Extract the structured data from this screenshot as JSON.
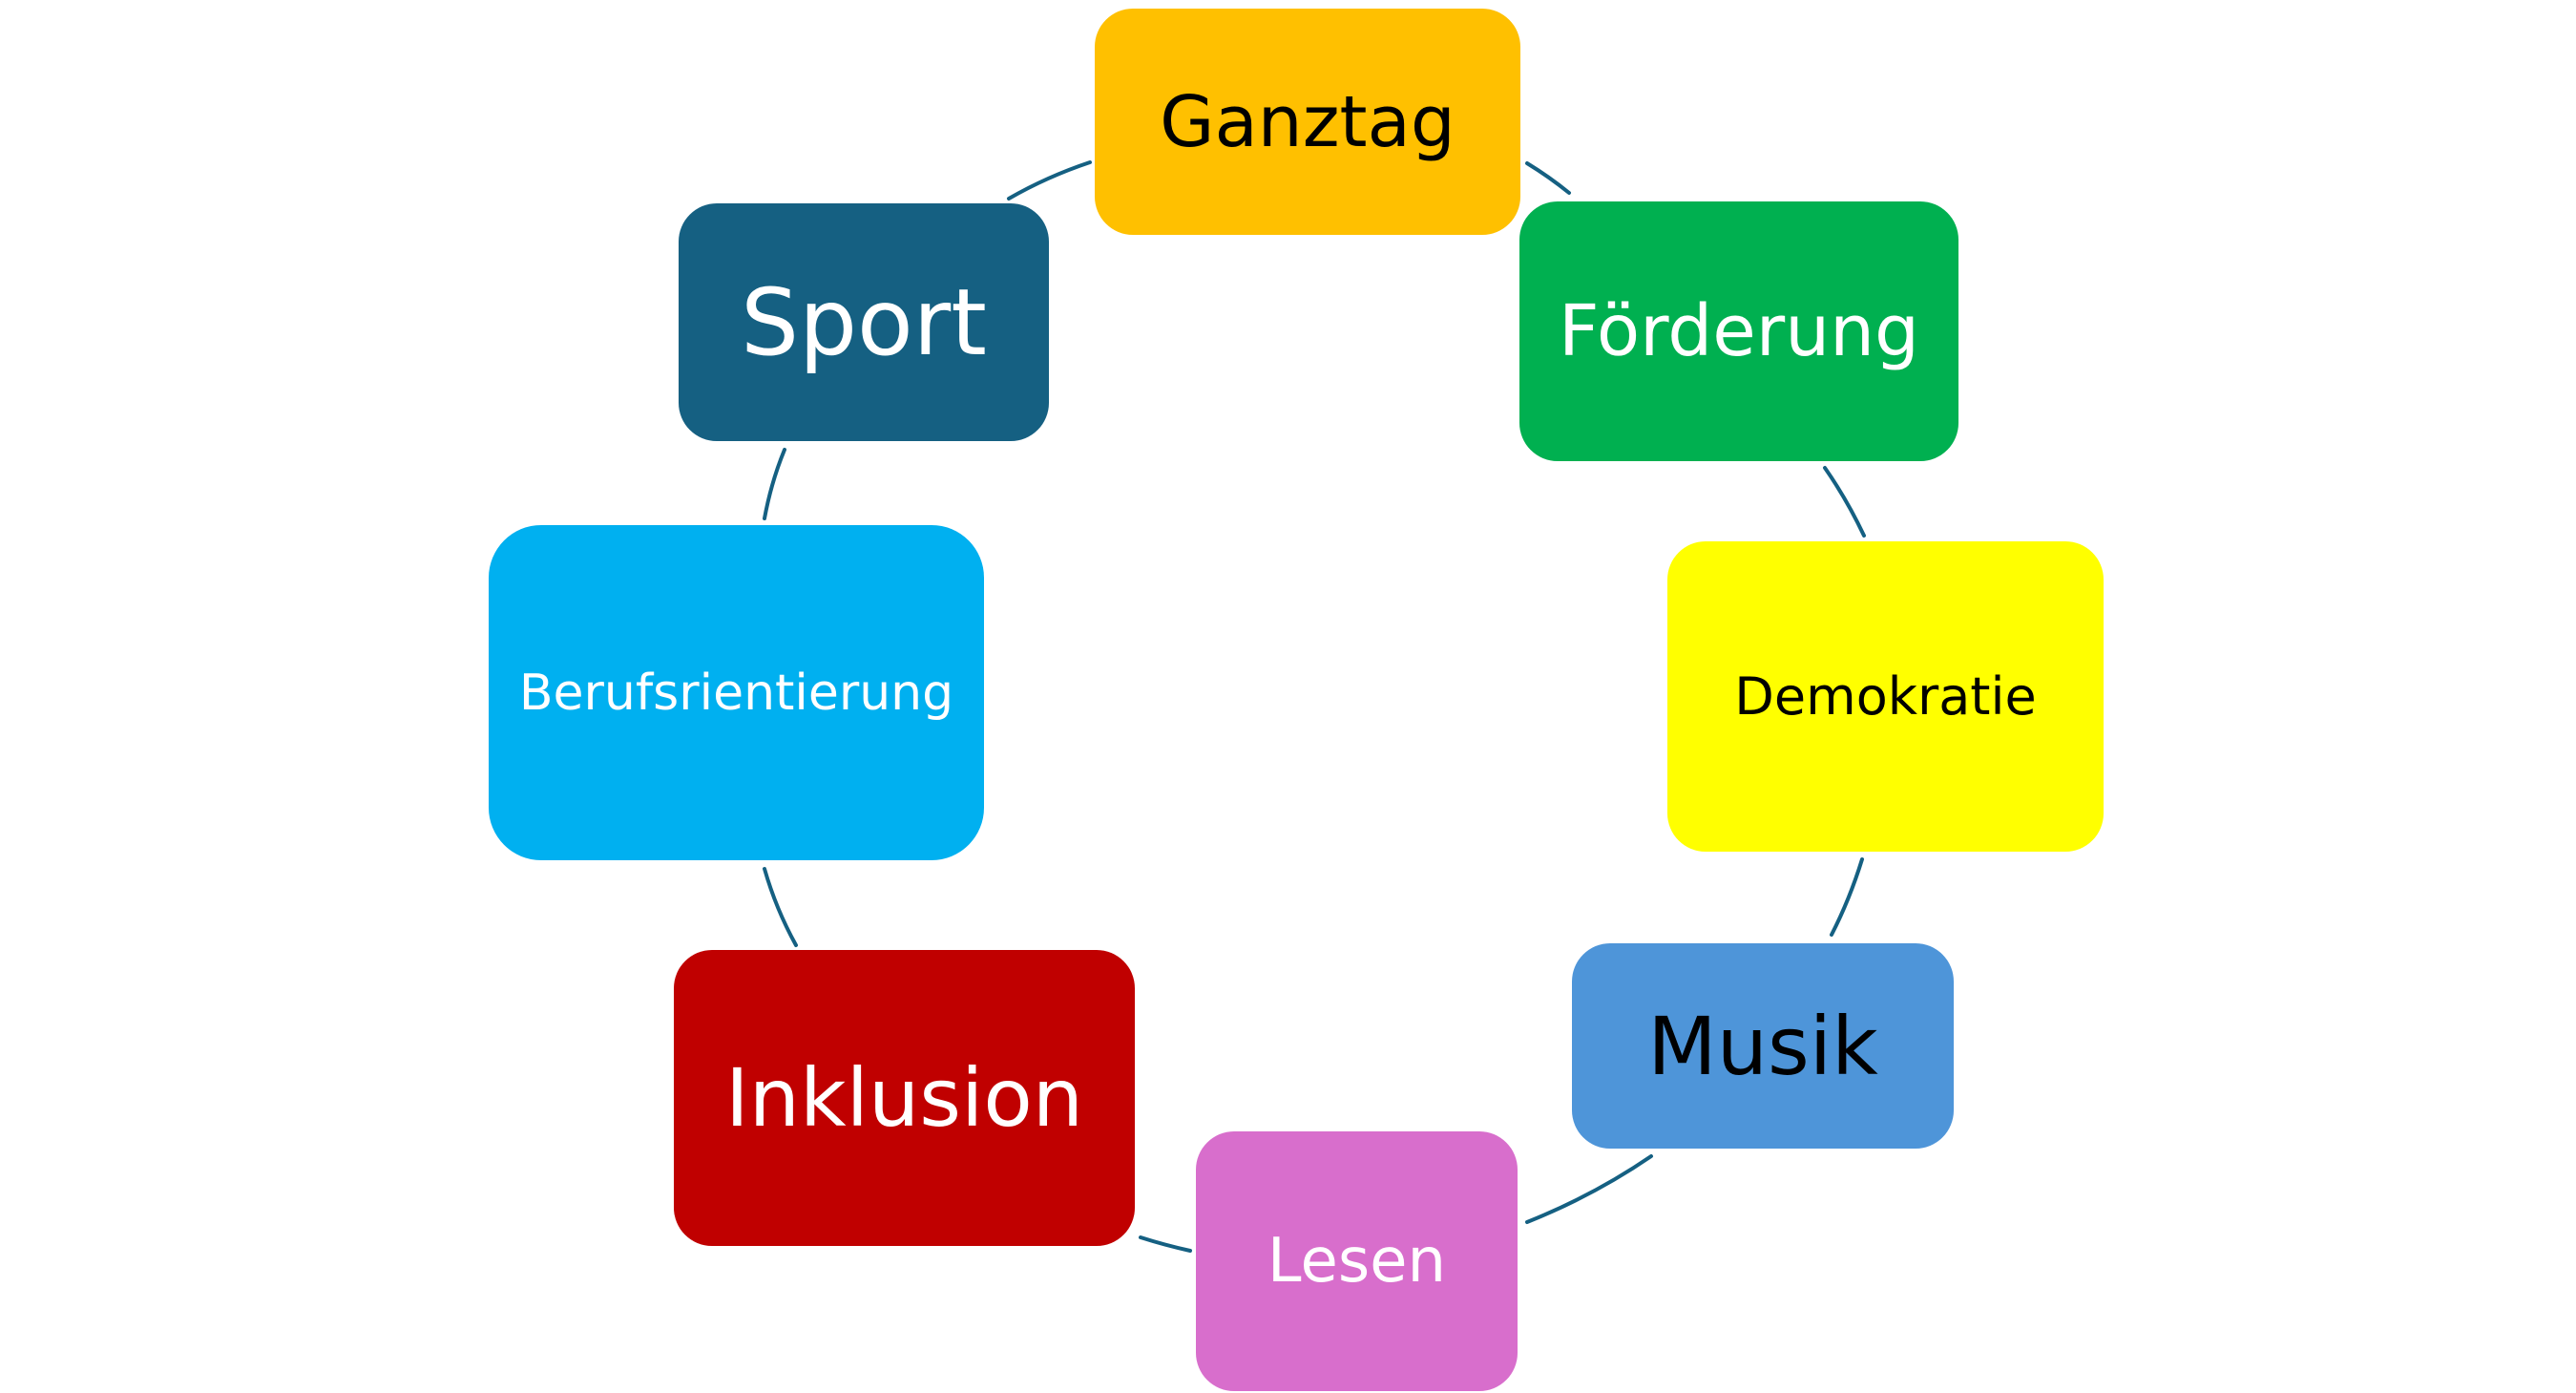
{
  "colors": {
    "connector": "#156082",
    "ganztag": "#FFC000",
    "foerderung": "#00B050",
    "demokratie": "#FFFF00",
    "musik": "#4E95D9",
    "lesen": "#D86ECC",
    "inklusion": "#C00000",
    "berufsorientierung": "#00B0F0",
    "sport": "#156082"
  },
  "nodes": {
    "ganztag": "Ganztag",
    "foerderung": "Förderung",
    "demokratie": "Demokratie",
    "musik": "Musik",
    "lesen": "Lesen",
    "inklusion": "Inklusion",
    "berufsorientierung": "Berufsrientierung",
    "sport": "Sport"
  }
}
